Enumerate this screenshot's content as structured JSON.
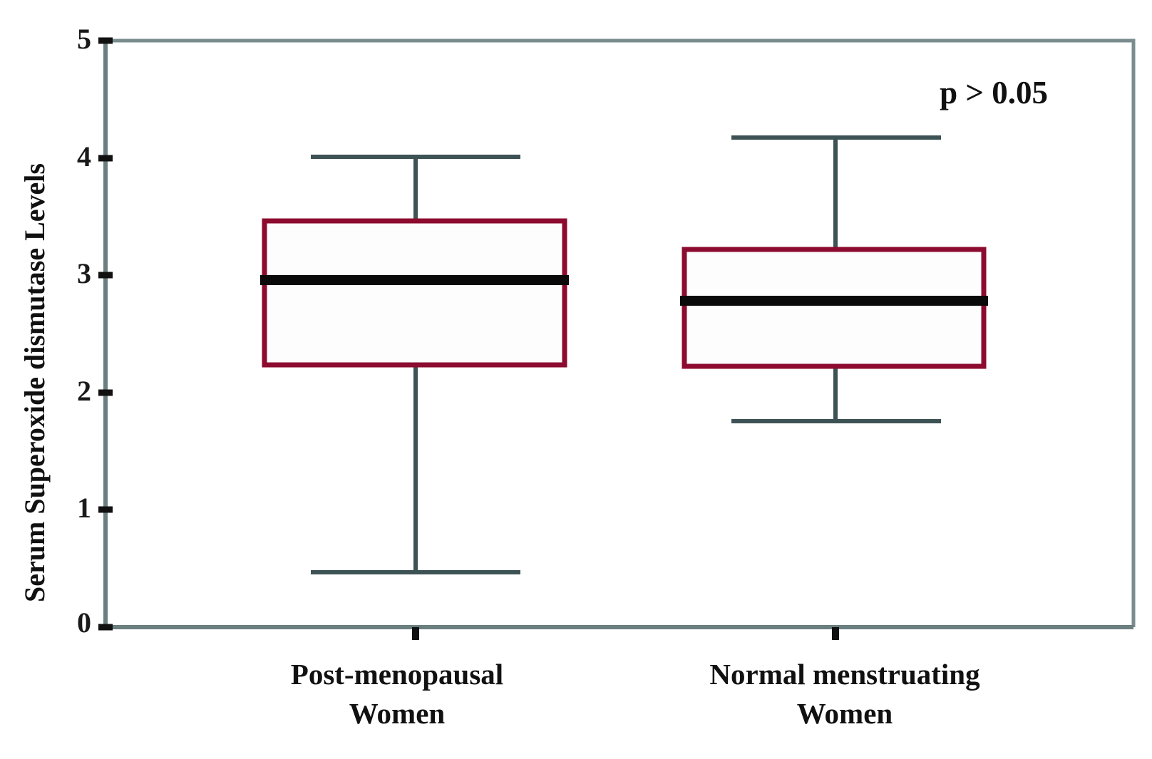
{
  "chart_data": {
    "type": "box",
    "title": "",
    "xlabel": "",
    "ylabel": "Serum Superoxide dismutase Levels",
    "ylim": [
      0,
      5
    ],
    "yticks": [
      "0",
      "1",
      "2",
      "3",
      "4",
      "5"
    ],
    "ytick_values": [
      0,
      1,
      2,
      3,
      4,
      5
    ],
    "grid": false,
    "legend": false,
    "annotations": [
      {
        "text": "p > 0.05",
        "position": "top-right"
      }
    ],
    "categories": [
      "Post-menopausal Women",
      "Normal menstruating Women"
    ],
    "boxes": [
      {
        "label": "Post-menopausal Women",
        "label_line1": "Post-menopausal",
        "label_line2": "Women",
        "whisker_low": 0.47,
        "q1": 2.23,
        "median": 2.96,
        "q3": 3.46,
        "whisker_high": 4.0
      },
      {
        "label": "Normal menstruating Women",
        "label_line1": "Normal menstruating",
        "label_line2": "Women",
        "whisker_low": 1.76,
        "q1": 2.22,
        "median": 2.78,
        "q3": 3.22,
        "whisker_high": 4.17
      }
    ],
    "colors": {
      "box_border": "#8c0b2e",
      "median": "#0a0a0a",
      "whisker": "#3d5254",
      "axis": "#6b7f80",
      "background": "#ffffff"
    }
  }
}
